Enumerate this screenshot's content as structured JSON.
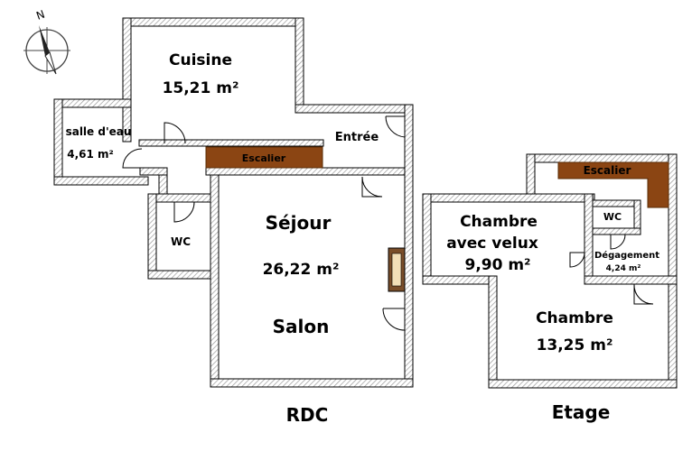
{
  "compass": {
    "north_letter": "N"
  },
  "colors": {
    "wall_hatch": "#a8a8a8",
    "stair_fill": "#8b4513",
    "stair_border": "#5a2c06",
    "fireplace_outer": "#7a4e2a",
    "fireplace_inner": "#f3dfb8"
  },
  "rdc": {
    "title": "RDC",
    "cuisine": {
      "name": "Cuisine",
      "area": "15,21 m²"
    },
    "salle_eau": {
      "name": "salle d'eau",
      "area": "4,61 m²"
    },
    "entree": {
      "name": "Entrée"
    },
    "escalier": {
      "name": "Escalier"
    },
    "wc": {
      "name": "WC"
    },
    "sejour": {
      "name": "Séjour",
      "area": "26,22 m²",
      "name2": "Salon"
    }
  },
  "etage": {
    "title": "Etage",
    "escalier": {
      "name": "Escalier"
    },
    "chambre_velux": {
      "name_line1": "Chambre",
      "name_line2": "avec velux",
      "area": "9,90 m²"
    },
    "wc": {
      "name": "WC"
    },
    "degagement": {
      "name": "Dégagement",
      "area": "4,24 m²"
    },
    "chambre": {
      "name": "Chambre",
      "area": "13,25 m²"
    }
  }
}
